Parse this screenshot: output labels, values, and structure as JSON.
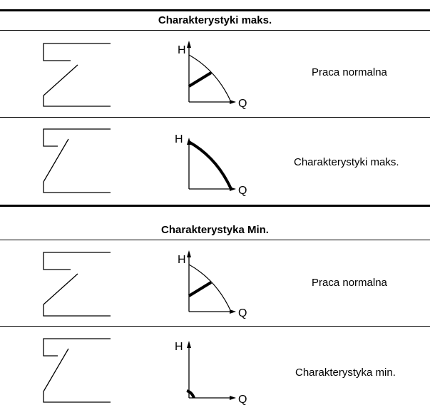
{
  "sections": [
    {
      "title": "Charakterystyki maks.",
      "rows": [
        {
          "mode": "Praca normalna",
          "axis_h": "H",
          "axis_q": "Q"
        },
        {
          "mode": "Charakterystyki maks.",
          "axis_h": "H",
          "axis_q": "Q"
        }
      ]
    },
    {
      "title": "Charakterystyka Min.",
      "rows": [
        {
          "mode": "Praca normalna",
          "axis_h": "H",
          "axis_q": "Q"
        },
        {
          "mode": "Charakterystyka min.",
          "axis_h": "H",
          "axis_q": "Q"
        }
      ]
    }
  ]
}
